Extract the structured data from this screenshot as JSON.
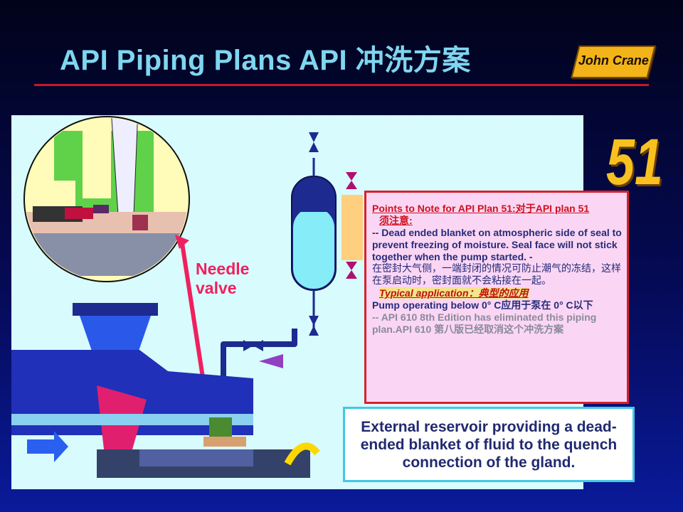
{
  "slide": {
    "title": "API Piping Plans API 冲洗方案",
    "logo_text": "John Crane",
    "plan_number": "51"
  },
  "diagram": {
    "needle_label": "Needle valve",
    "callout": "External reservoir providing a dead-ended blanket of fluid to the quench connection of the gland."
  },
  "note": {
    "heading": "Points to Note for API Plan 51:对于API plan 51",
    "heading_cont": "须注意:",
    "item1_en": "--  Dead ended blanket on atmospheric side of seal to prevent freezing of moisture. Seal face will not stick together when the pump started. -",
    "item1_cn": "在密封大气侧，一端封闭的情况可防止潮气的冻结，这样在泵启动时，密封面就不会粘接在一起。",
    "typical_label": "Typical application：典型的应用",
    "typical_text": "Pump operating below 0° C应用于泵在 0° C以下",
    "item2": "--  API 610 8th Edition has eliminated this piping plan.API 610 第八版已经取消这个冲洗方案"
  },
  "colors": {
    "accent_red": "#c8162a",
    "title_cyan": "#7fd6f0",
    "logo_gold": "#f3b41a",
    "panel_bg": "#d8fbfd",
    "note_bg": "#fad6f4",
    "needle_pink": "#f0205e"
  }
}
